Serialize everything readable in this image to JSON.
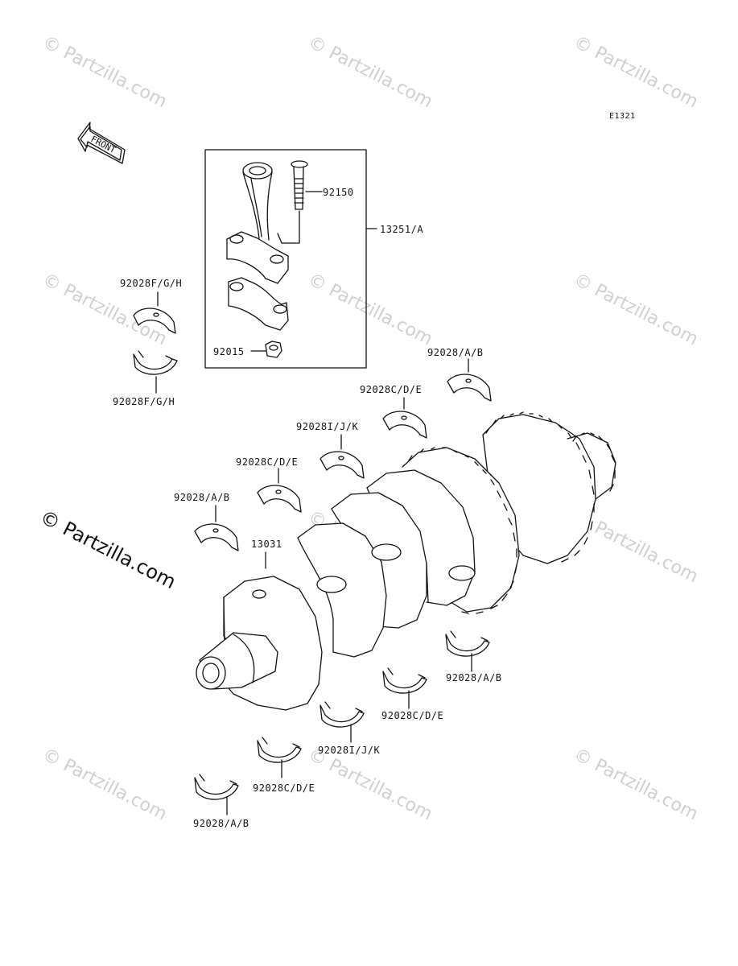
{
  "diagram_code": "E1321",
  "watermark": "© Partzilla.com",
  "front_arrow_text": "FRONT",
  "callouts": {
    "bolt": "92150",
    "conrod_assy": "13251/A",
    "nut": "92015",
    "conrod_bearing_upper": "92028F/G/H",
    "conrod_bearing_lower": "92028F/G/H",
    "main_upper_1": "92028/A/B",
    "main_upper_2": "92028C/D/E",
    "main_upper_3": "92028I/J/K",
    "main_upper_4": "92028C/D/E",
    "main_upper_5": "92028/A/B",
    "crankshaft": "13031",
    "main_lower_1": "92028/A/B",
    "main_lower_2": "92028C/D/E",
    "main_lower_3": "92028I/J/K",
    "main_lower_4": "92028C/D/E",
    "main_lower_5": "92028/A/B"
  },
  "colors": {
    "line": "#111111",
    "watermark": "#cfcfcf"
  }
}
